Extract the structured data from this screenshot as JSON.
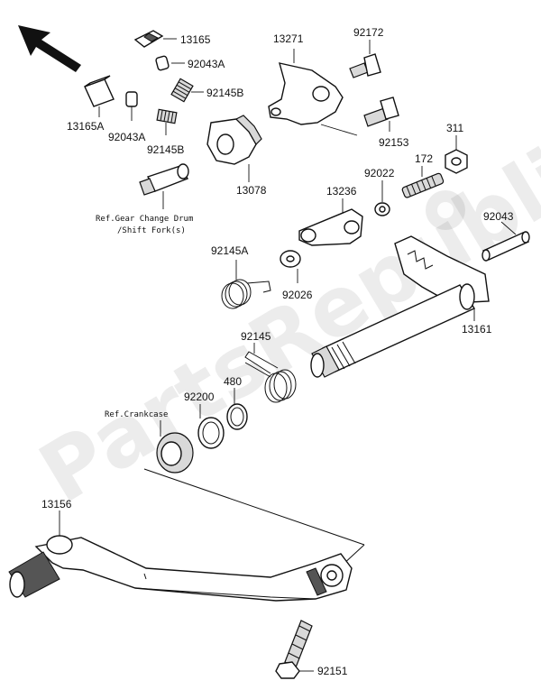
{
  "watermark": "PartsRepublik",
  "callouts": {
    "c13165": "13165",
    "c92043A_top": "92043A",
    "c92145B_top": "92145B",
    "c13165A": "13165A",
    "c92043A_bottom": "92043A",
    "c92145B_bottom": "92145B",
    "c13271": "13271",
    "c92172": "92172",
    "c92153": "92153",
    "c13078": "13078",
    "c311": "311",
    "c172": "172",
    "c92022": "92022",
    "c13236": "13236",
    "c92043": "92043",
    "c92145A": "92145A",
    "c92026": "92026",
    "c13161": "13161",
    "c92145": "92145",
    "c480": "480",
    "c92200": "92200",
    "c13156": "13156",
    "c92151": "92151"
  },
  "references": {
    "gear_drum_line1": "Ref.Gear Change Drum",
    "gear_drum_line2": "/Shift Fork(s)",
    "crankcase": "Ref.Crankcase"
  },
  "icons": {
    "direction": "front-direction-arrow-icon",
    "logo": "gear-logo-icon"
  }
}
